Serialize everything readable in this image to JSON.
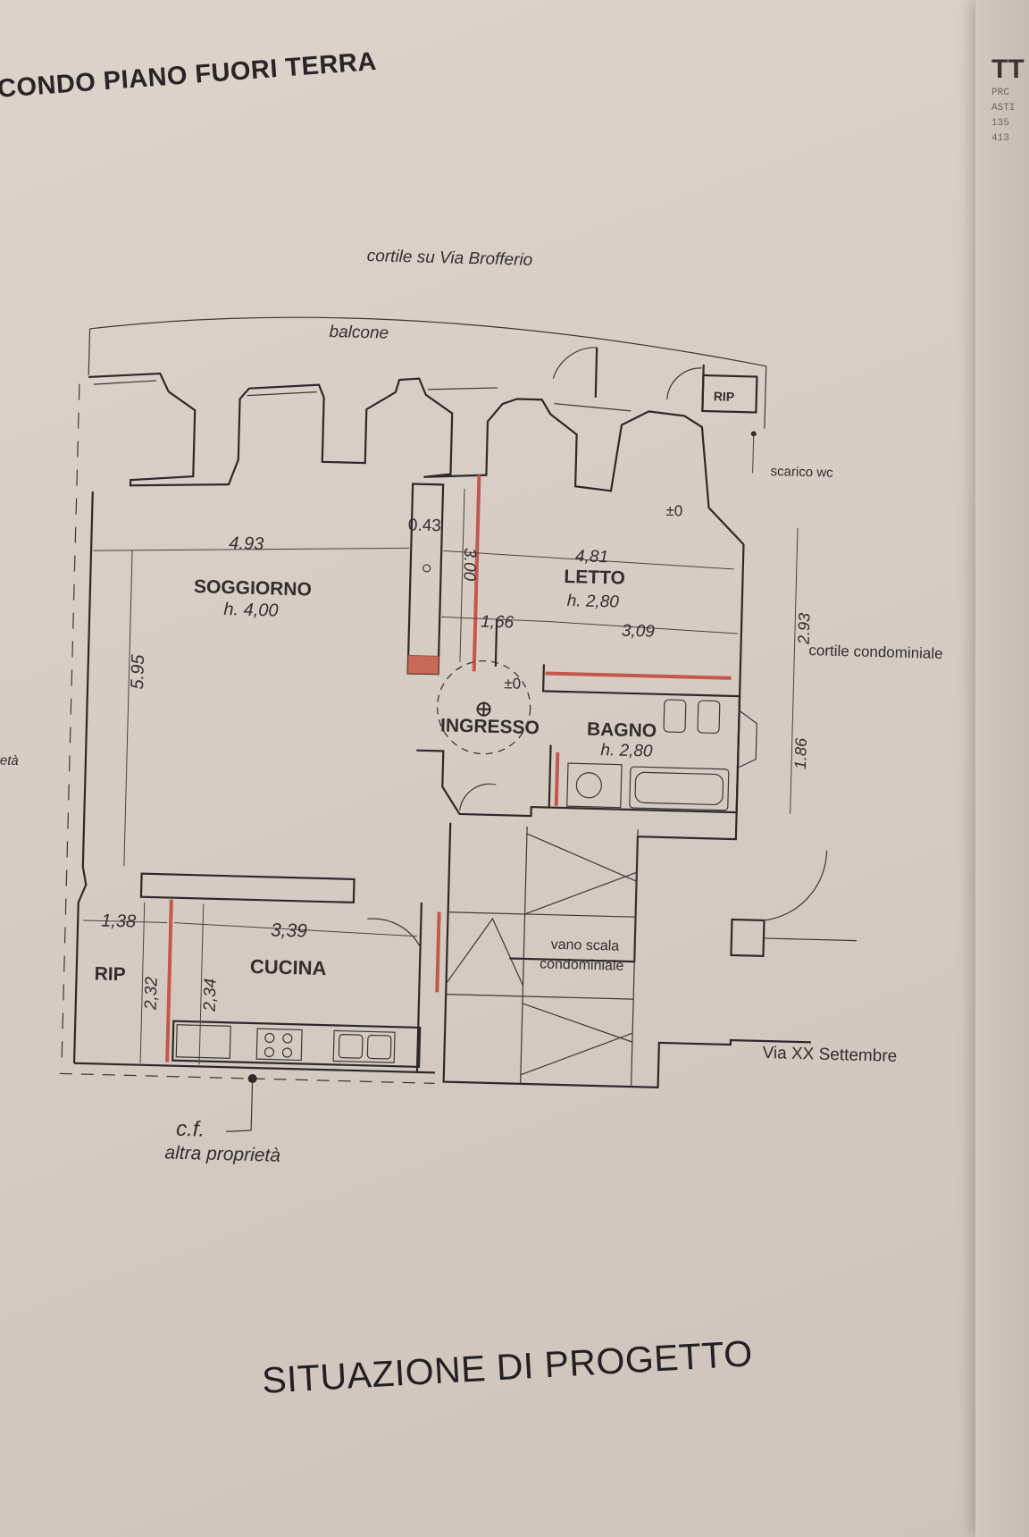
{
  "heading": "CONDO PIANO FUORI TERRA",
  "caption": "SITUAZIONE DI PROGETTO",
  "edge_text": [
    "TT",
    "PRC",
    "ASTI",
    "135",
    "413"
  ],
  "colors": {
    "paper": "#d9cec6",
    "ink": "#2e2928",
    "red_wall": "#c86a5a"
  },
  "context": {
    "courtyard_top": "cortile su Via Brofferio",
    "balcony": "balcone",
    "scarico": "scarico wc",
    "courtyard_right": "cortile condominiale",
    "street": "Via XX Settembre",
    "other_property": "altra proprietà",
    "left_cut": "età",
    "cf": "c.f."
  },
  "rooms": {
    "soggiorno": {
      "name": "SOGGIORNO",
      "height": "h. 4,00"
    },
    "letto": {
      "name": "LETTO",
      "height": "h. 2,80"
    },
    "ingresso": {
      "name": "INGRESSO"
    },
    "bagno": {
      "name": "BAGNO",
      "height": "h. 2,80"
    },
    "cucina": {
      "name": "CUCINA"
    },
    "rip_left": {
      "name": "RIP"
    },
    "rip_top": {
      "name": "RIP"
    },
    "vano_scala": {
      "line1": "vano scala",
      "line2": "condominiale"
    }
  },
  "levels": {
    "letto": "±0",
    "ingresso": "±0"
  },
  "dimensions": {
    "soggiorno_width": "4.93",
    "soggiorno_depth": "5.95",
    "wall_043": "0.43",
    "letto_300": "3.00",
    "letto_width": "4,81",
    "letto_166": "1,66",
    "letto_309": "3,09",
    "right_293": "2.93",
    "right_186": "1.86",
    "rip_138": "1,38",
    "cucina_339": "3,39",
    "rip_232": "2,32",
    "cucina_234": "2,34"
  }
}
